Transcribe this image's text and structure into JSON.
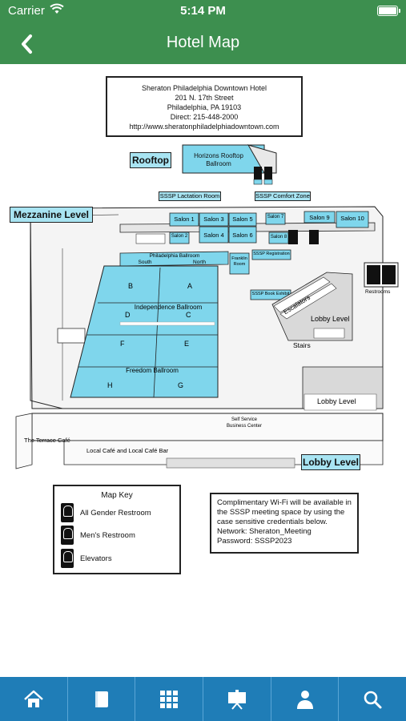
{
  "status": {
    "carrier": "Carrier",
    "time": "5:14 PM"
  },
  "nav": {
    "title": "Hotel Map",
    "back_icon": "chevron-left-icon"
  },
  "map": {
    "hotel": {
      "name": "Sheraton Philadelphia Downtown Hotel",
      "street": "201 N. 17th Street",
      "city": "Philadelphia, PA 19103",
      "phone": "Direct: 215-448-2000",
      "url": "http://www.sheratonphiladelphiadowntown.com"
    },
    "levels": {
      "rooftop": "Rooftop",
      "mezzanine": "Mezzanine Level",
      "lobby": "Lobby Level"
    },
    "rooms": {
      "horizons": "Horizons Rooftop Ballroom",
      "lactation": "SSSP Lactation Room",
      "comfort": "SSSP Comfort Zone",
      "salon1": "Salon 1",
      "salon2": "Salon 2",
      "salon3": "Salon 3",
      "salon4": "Salon 4",
      "salon5": "Salon 5",
      "salon6": "Salon 6",
      "salon7": "Salon 7",
      "salon8": "Salon 8",
      "salon9": "Salon 9",
      "salon10": "Salon 10",
      "philadelphia": "Philadelphia Ballroom",
      "south": "South",
      "north": "North",
      "franklin": "Franklin Room",
      "registration": "SSSP Registration",
      "book_exhibit": "SSSP Book Exhibit",
      "independence": "Independence Ballroom",
      "freedom": "Freedom Ballroom",
      "a": "A",
      "b": "B",
      "c": "C",
      "d": "D",
      "e": "E",
      "f": "F",
      "g": "G",
      "h": "H",
      "escalators": "Escalators",
      "lobby_level_1": "Lobby Level",
      "stairs": "Stairs",
      "lobby_level_2": "Lobby Level",
      "restrooms": "Restrooms",
      "terrace": "The Terrace Café",
      "local_cafe": "Local Café and Local Café Bar",
      "self_service": "Self Service Business Center"
    },
    "key": {
      "title": "Map Key",
      "all_gender": "All Gender Restroom",
      "mens": "Men's Restroom",
      "elevators": "Elevators"
    },
    "wifi": {
      "line1": "Complimentary Wi-Fi will be available in the SSSP meeting space by using the case sensitive credentials below.",
      "network": "Network: Sheraton_Meeting",
      "password": "Password: SSSP2023"
    },
    "colors": {
      "room": "#7fd6ec",
      "label_bg": "#a8e4f2",
      "outline": "#222222",
      "floor": "#d6d6d6"
    }
  },
  "tabbar": {
    "items": [
      {
        "icon": "home-icon"
      },
      {
        "icon": "book-icon"
      },
      {
        "icon": "grid-icon"
      },
      {
        "icon": "presentation-icon"
      },
      {
        "icon": "person-icon"
      },
      {
        "icon": "search-icon"
      }
    ]
  },
  "theme": {
    "nav_green": "#3d8f4f",
    "tab_blue": "#1f7db7"
  }
}
